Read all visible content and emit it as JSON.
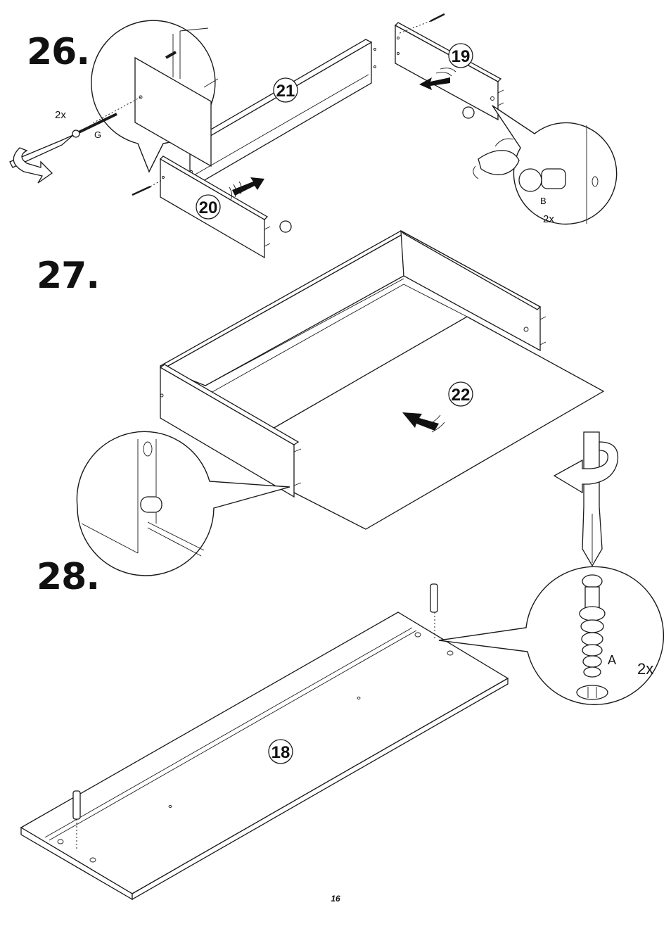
{
  "steps": {
    "s26": "26.",
    "s27": "27.",
    "s28": "28."
  },
  "parts": {
    "p19": "19",
    "p20": "20",
    "p21": "21",
    "p22": "22",
    "p18": "18"
  },
  "hardware": {
    "g_label": "G",
    "g_qty": "2x",
    "b_label": "B",
    "b_qty": "2x",
    "a_label": "A",
    "a_qty": "2x"
  },
  "page_number": "16",
  "icons": [
    "screwdriver-icon",
    "rotate-arrow-icon",
    "push-arrow-icon",
    "cam-lock-icon",
    "dowel-icon",
    "screw-icon",
    "hand-icon"
  ]
}
